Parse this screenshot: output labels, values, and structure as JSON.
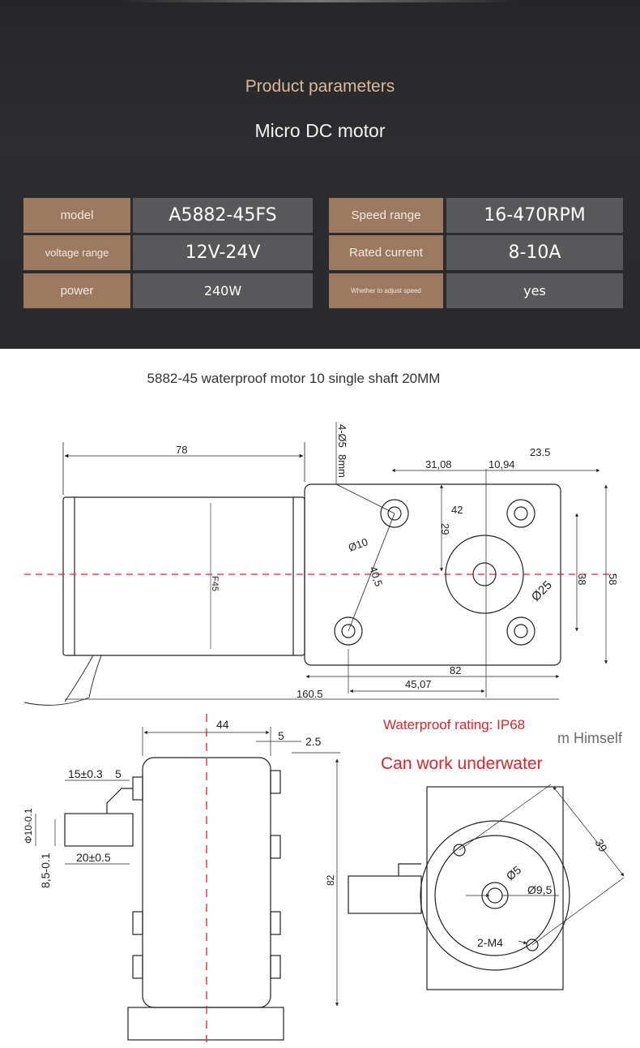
{
  "header": {
    "title": "Product parameters",
    "subtitle": "Micro DC motor"
  },
  "params": {
    "left": [
      {
        "label": "model",
        "value": "A5882-45FS"
      },
      {
        "label": "voltage range",
        "value": "12V-24V"
      },
      {
        "label": "power",
        "value": "240W"
      }
    ],
    "right": [
      {
        "label": "Speed range",
        "value": "16-470RPM"
      },
      {
        "label": "Rated current",
        "value": "8-10A"
      },
      {
        "label": "Whether to adjust speed",
        "value": "yes"
      }
    ]
  },
  "caption": "5882-45 waterproof motor 10 single shaft 20MM",
  "notes": {
    "waterproof": "Waterproof rating: IP68",
    "underwater": "Can work underwater",
    "watermark": "m Himself"
  },
  "drawing": {
    "top_view": {
      "length": "78",
      "total_length": "160.5",
      "holes": "4-Ø5",
      "hole_depth": "8mm",
      "d1": "31,08",
      "d2": "10,94",
      "d3": "23.5",
      "d4": "42",
      "d5": "29",
      "d6": "40,5",
      "hole_dia": "Ø10",
      "body_dia": "F45",
      "boss_dia": "Ø25",
      "h1": "38",
      "h2": "58",
      "w1": "82",
      "w2": "45,07"
    },
    "side_view": {
      "depth": "44",
      "d5": "5",
      "d25": "2.5",
      "shaft_len": "15±0.3",
      "d5b": "5",
      "shaft_dia": "Φ10-0.1",
      "shaft_len2": "20±0.5",
      "flat": "8,5-0.1",
      "height": "82"
    },
    "end_view": {
      "bolt": "39",
      "d5": "Ø5",
      "d95": "Ø9,5",
      "thread": "2-M4"
    }
  }
}
